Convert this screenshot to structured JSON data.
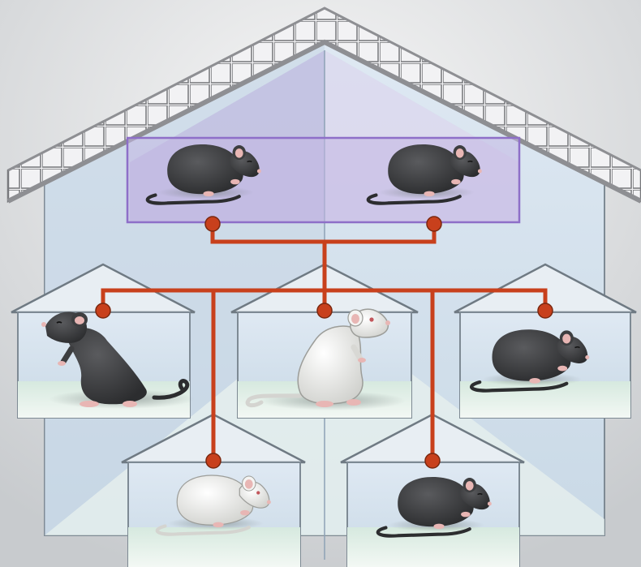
{
  "diagram": {
    "type": "mouse-breeding-pedigree",
    "parents": [
      {
        "id": "parent-left",
        "coat": "black"
      },
      {
        "id": "parent-right",
        "coat": "black"
      }
    ],
    "offspring": [
      {
        "id": "pup-1",
        "coat": "black",
        "pose": "rearing"
      },
      {
        "id": "pup-2",
        "coat": "white",
        "pose": "rearing"
      },
      {
        "id": "pup-3",
        "coat": "black",
        "pose": "crouching"
      },
      {
        "id": "pup-4",
        "coat": "white",
        "pose": "crouching"
      },
      {
        "id": "pup-5",
        "coat": "black",
        "pose": "crouching"
      }
    ]
  },
  "colors": {
    "connector": "#c8401c",
    "parent_box": "#8e6fc8",
    "house_wall": "#dbe8f2",
    "roof": "#8f8f93",
    "black_mouse": "#3d3e40",
    "white_mouse": "#f1f1ef",
    "ear_pink": "#e8b6b4"
  }
}
